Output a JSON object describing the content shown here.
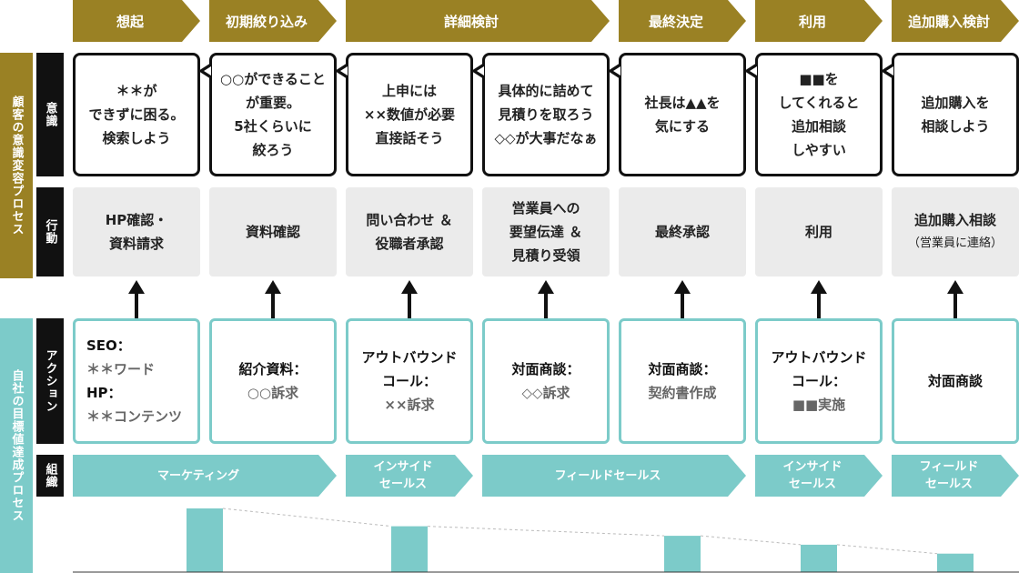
{
  "stages": [
    "想起",
    "初期絞り込み",
    "詳細検討",
    "最終決定",
    "利用",
    "追加購入検討"
  ],
  "side_labels": {
    "customer_process": "顧客の意識変容プロセス",
    "company_process": "自社の目標値達成プロセス",
    "consciousness": "意識",
    "behavior": "行動",
    "action": "アクション",
    "organization": "組織"
  },
  "consciousness": [
    "＊＊が\nできずに困る。\n検索しよう",
    "○○ができること\nが重要。\n5社くらいに\n絞ろう",
    "上申には\n××数値が必要\n直接話そう",
    "具体的に詰めて\n見積りを取ろう\n◇◇が大事だなぁ",
    "社長は▲▲を\n気にする",
    "■■を\nしてくれると\n追加相談\nしやすい",
    "追加購入を\n相談しよう"
  ],
  "behavior": [
    {
      "main": "HP確認・\n資料請求",
      "sub": ""
    },
    {
      "main": "資料確認",
      "sub": ""
    },
    {
      "main": "問い合わせ ＆\n役職者承認",
      "sub": ""
    },
    {
      "main": "営業員への\n要望伝達 ＆\n見積り受領",
      "sub": ""
    },
    {
      "main": "最終承認",
      "sub": ""
    },
    {
      "main": "利用",
      "sub": ""
    },
    {
      "main": "追加購入相談",
      "sub": "（営業員に連絡）"
    }
  ],
  "actions": [
    {
      "rows": [
        {
          "t": "SEO：",
          "k": "l1"
        },
        {
          "t": "＊＊ワード",
          "k": "l2"
        },
        {
          "t": "HP：",
          "k": "l1"
        },
        {
          "t": "＊＊コンテンツ",
          "k": "l2"
        }
      ]
    },
    {
      "rows": [
        {
          "t": "紹介資料：",
          "k": "l1"
        },
        {
          "t": "○○訴求",
          "k": "l2"
        }
      ]
    },
    {
      "rows": [
        {
          "t": "アウトバウンド\nコール：",
          "k": "l1"
        },
        {
          "t": "××訴求",
          "k": "l2"
        }
      ]
    },
    {
      "rows": [
        {
          "t": "対面商談：",
          "k": "l1"
        },
        {
          "t": "◇◇訴求",
          "k": "l2"
        }
      ]
    },
    {
      "rows": [
        {
          "t": "対面商談：",
          "k": "l1"
        },
        {
          "t": "契約書作成",
          "k": "l2"
        }
      ]
    },
    {
      "rows": [
        {
          "t": "アウトバウンド\nコール：",
          "k": "l1"
        },
        {
          "t": "■■実施",
          "k": "l2"
        }
      ]
    },
    {
      "rows": [
        {
          "t": "対面商談",
          "k": "l1"
        }
      ]
    }
  ],
  "organizations": [
    "マーケティング",
    "インサイド\nセールス",
    "フィールドセールス",
    "インサイド\nセールス",
    "フィールド\nセールス"
  ],
  "colors": {
    "gold": "#9a8124",
    "teal": "#7ccbc9",
    "black": "#111111",
    "gray_box": "#ebebeb"
  },
  "chart_data": {
    "type": "bar",
    "values": [
      1.0,
      0.72,
      0.57,
      0.43,
      0.29
    ]
  }
}
